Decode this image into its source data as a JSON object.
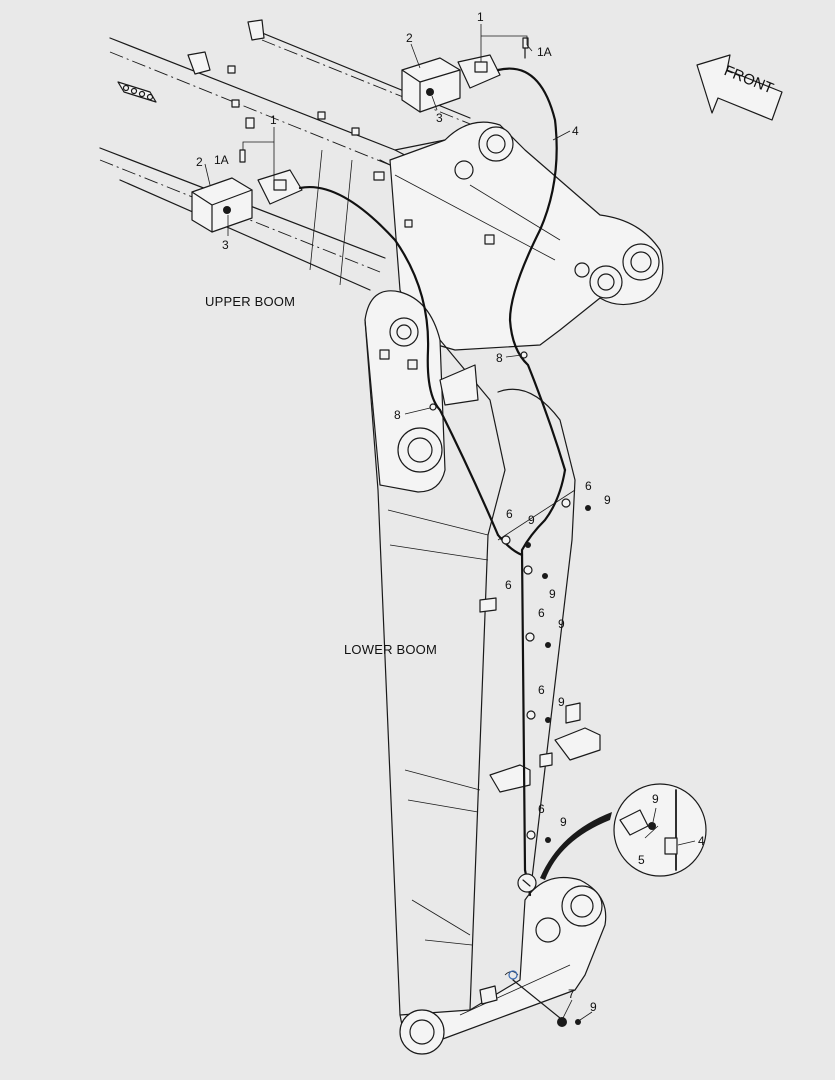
{
  "labels": {
    "upper_boom": "UPPER BOOM",
    "lower_boom": "LOWER BOOM",
    "front": "FRONT"
  },
  "callouts": {
    "work_light": "1",
    "bulb": "1A",
    "lamp_housing": "2",
    "mounting_bolt": "3",
    "harness": "4",
    "clamp": "5",
    "clip": "6",
    "grommet": "7",
    "cable_tie": "8",
    "nut": "9"
  }
}
